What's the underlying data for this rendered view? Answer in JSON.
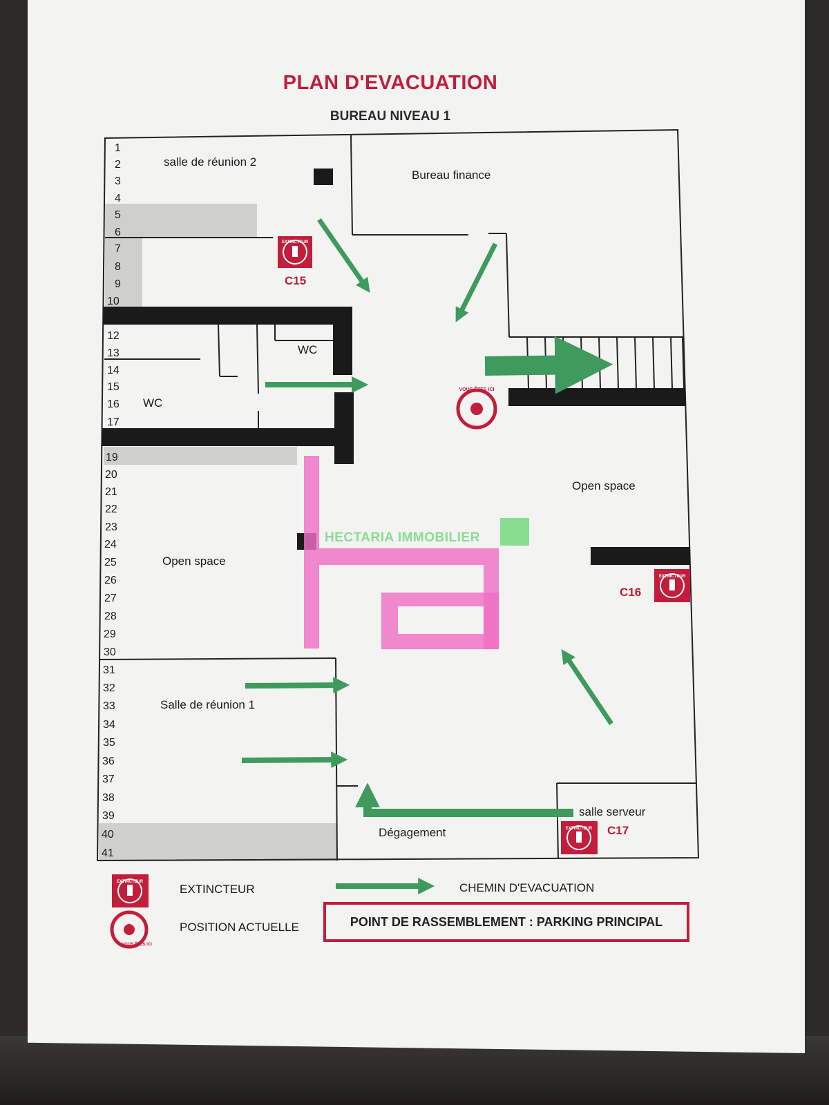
{
  "document": {
    "title": "PLAN D'EVACUATION",
    "subtitle": "BUREAU NIVEAU 1"
  },
  "rooms": {
    "meeting_room_2": "salle de réunion 2",
    "finance_office": "Bureau finance",
    "wc_upper": "WC",
    "wc_lower": "WC",
    "open_space_left": "Open space",
    "open_space_right": "Open space",
    "meeting_room_1": "Salle de réunion 1",
    "clearance": "Dégagement",
    "server_room": "salle serveur"
  },
  "extinguishers": {
    "c15": "C15",
    "c16": "C16",
    "c17": "C17",
    "stamp_text": "EXTINCTEUR"
  },
  "position_marker": {
    "stamp_text": "VOUS ÊTES ICI"
  },
  "row_numbers": [
    "1",
    "2",
    "3",
    "4",
    "5",
    "6",
    "7",
    "8",
    "9",
    "10",
    "12",
    "13",
    "14",
    "15",
    "16",
    "17",
    "19",
    "20",
    "21",
    "22",
    "23",
    "24",
    "25",
    "26",
    "27",
    "28",
    "29",
    "30",
    "31",
    "32",
    "33",
    "34",
    "35",
    "36",
    "37",
    "38",
    "39",
    "40",
    "41"
  ],
  "legend": {
    "extinguisher": "EXTINCTEUR",
    "evacuation_route": "CHEMIN D'EVACUATION",
    "current_position": "POSITION ACTUELLE"
  },
  "assembly_point": "POINT DE RASSEMBLEMENT : PARKING PRINCIPAL",
  "watermark": {
    "logo_letters": "ha",
    "company": "HECTARIA IMMOBILIER"
  },
  "colors": {
    "title_red": "#c21d3b",
    "arrow_green": "#3f9a5e",
    "wall_black": "#1a1a1a",
    "watermark_pink": "#f06fc3",
    "watermark_green": "#76d880"
  }
}
